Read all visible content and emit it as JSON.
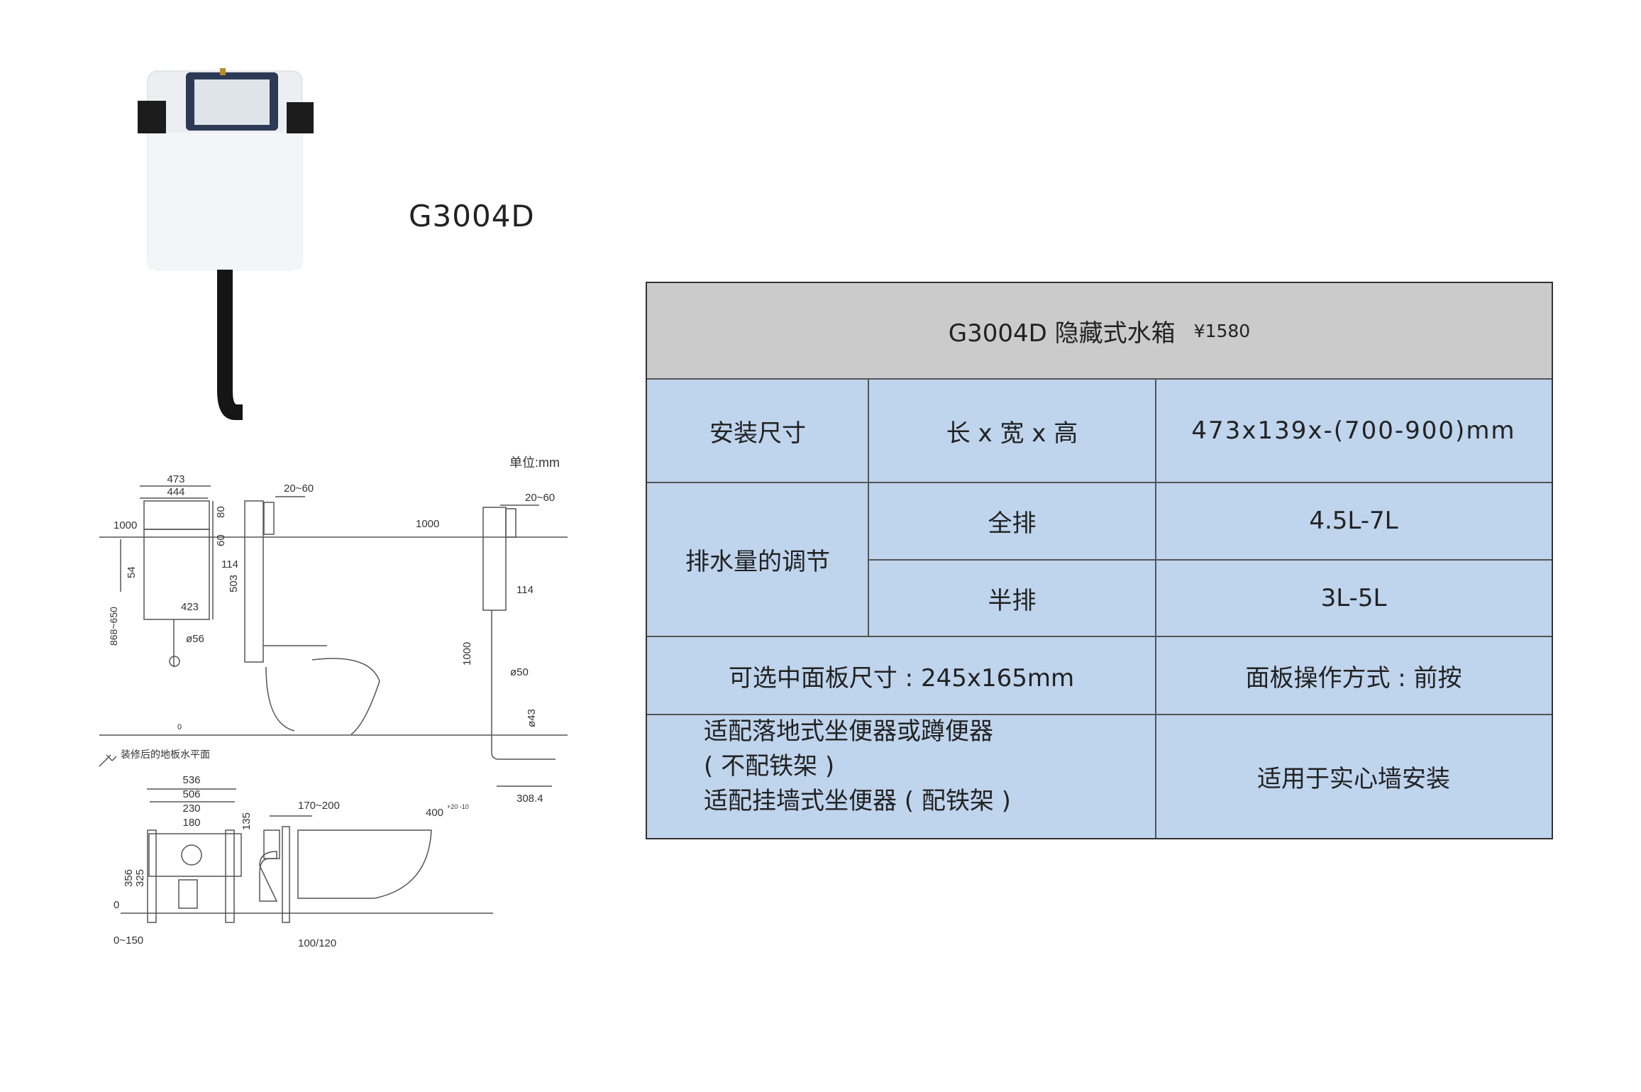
{
  "product": {
    "model": "G3004D"
  },
  "table": {
    "title": "G3004D 隐藏式水箱",
    "price": "¥1580",
    "row_install": {
      "label": "安装尺寸",
      "dim_label": "长 x 宽 x 高",
      "value": "473x139x-(700-900)mm"
    },
    "row_flush": {
      "label": "排水量的调节",
      "full_label": "全排",
      "full_value": "4.5L-7L",
      "half_label": "半排",
      "half_value": "3L-5L"
    },
    "row_panel": {
      "size": "可选中面板尺寸 : 245x165mm",
      "operation": "面板操作方式 : 前按"
    },
    "row_fit": {
      "line1": "适配落地式坐便器或蹲便器",
      "line2": "( 不配铁架 )",
      "line3": "适配挂墙式坐便器 ( 配铁架 )",
      "wall": "适用于实心墙安装"
    }
  },
  "drawing": {
    "unit": "单位:mm",
    "floor_note": "装修后的地板水平面",
    "dims": {
      "d473": "473",
      "d444": "444",
      "d1000a": "1000",
      "d80": "80",
      "d60": "60",
      "d54": "54",
      "d503": "503",
      "d868": "868~650",
      "d423": "423",
      "d56": "ø56",
      "d2060a": "20~60",
      "d114a": "114",
      "d1000b": "1000",
      "d2060b": "20~60",
      "d114b": "114",
      "d1000c": "1000",
      "d50": "ø50",
      "d43": "ø43",
      "d3084": "308.4",
      "d0a": "0",
      "d536": "536",
      "d506": "506",
      "d230": "230",
      "d180": "180",
      "d135": "135",
      "d356": "356",
      "d325": "325",
      "d0b": "0",
      "d0150": "0~150",
      "d170200": "170~200",
      "d400": "400",
      "d400tol": "+20 -10",
      "d100120": "100/120"
    }
  }
}
